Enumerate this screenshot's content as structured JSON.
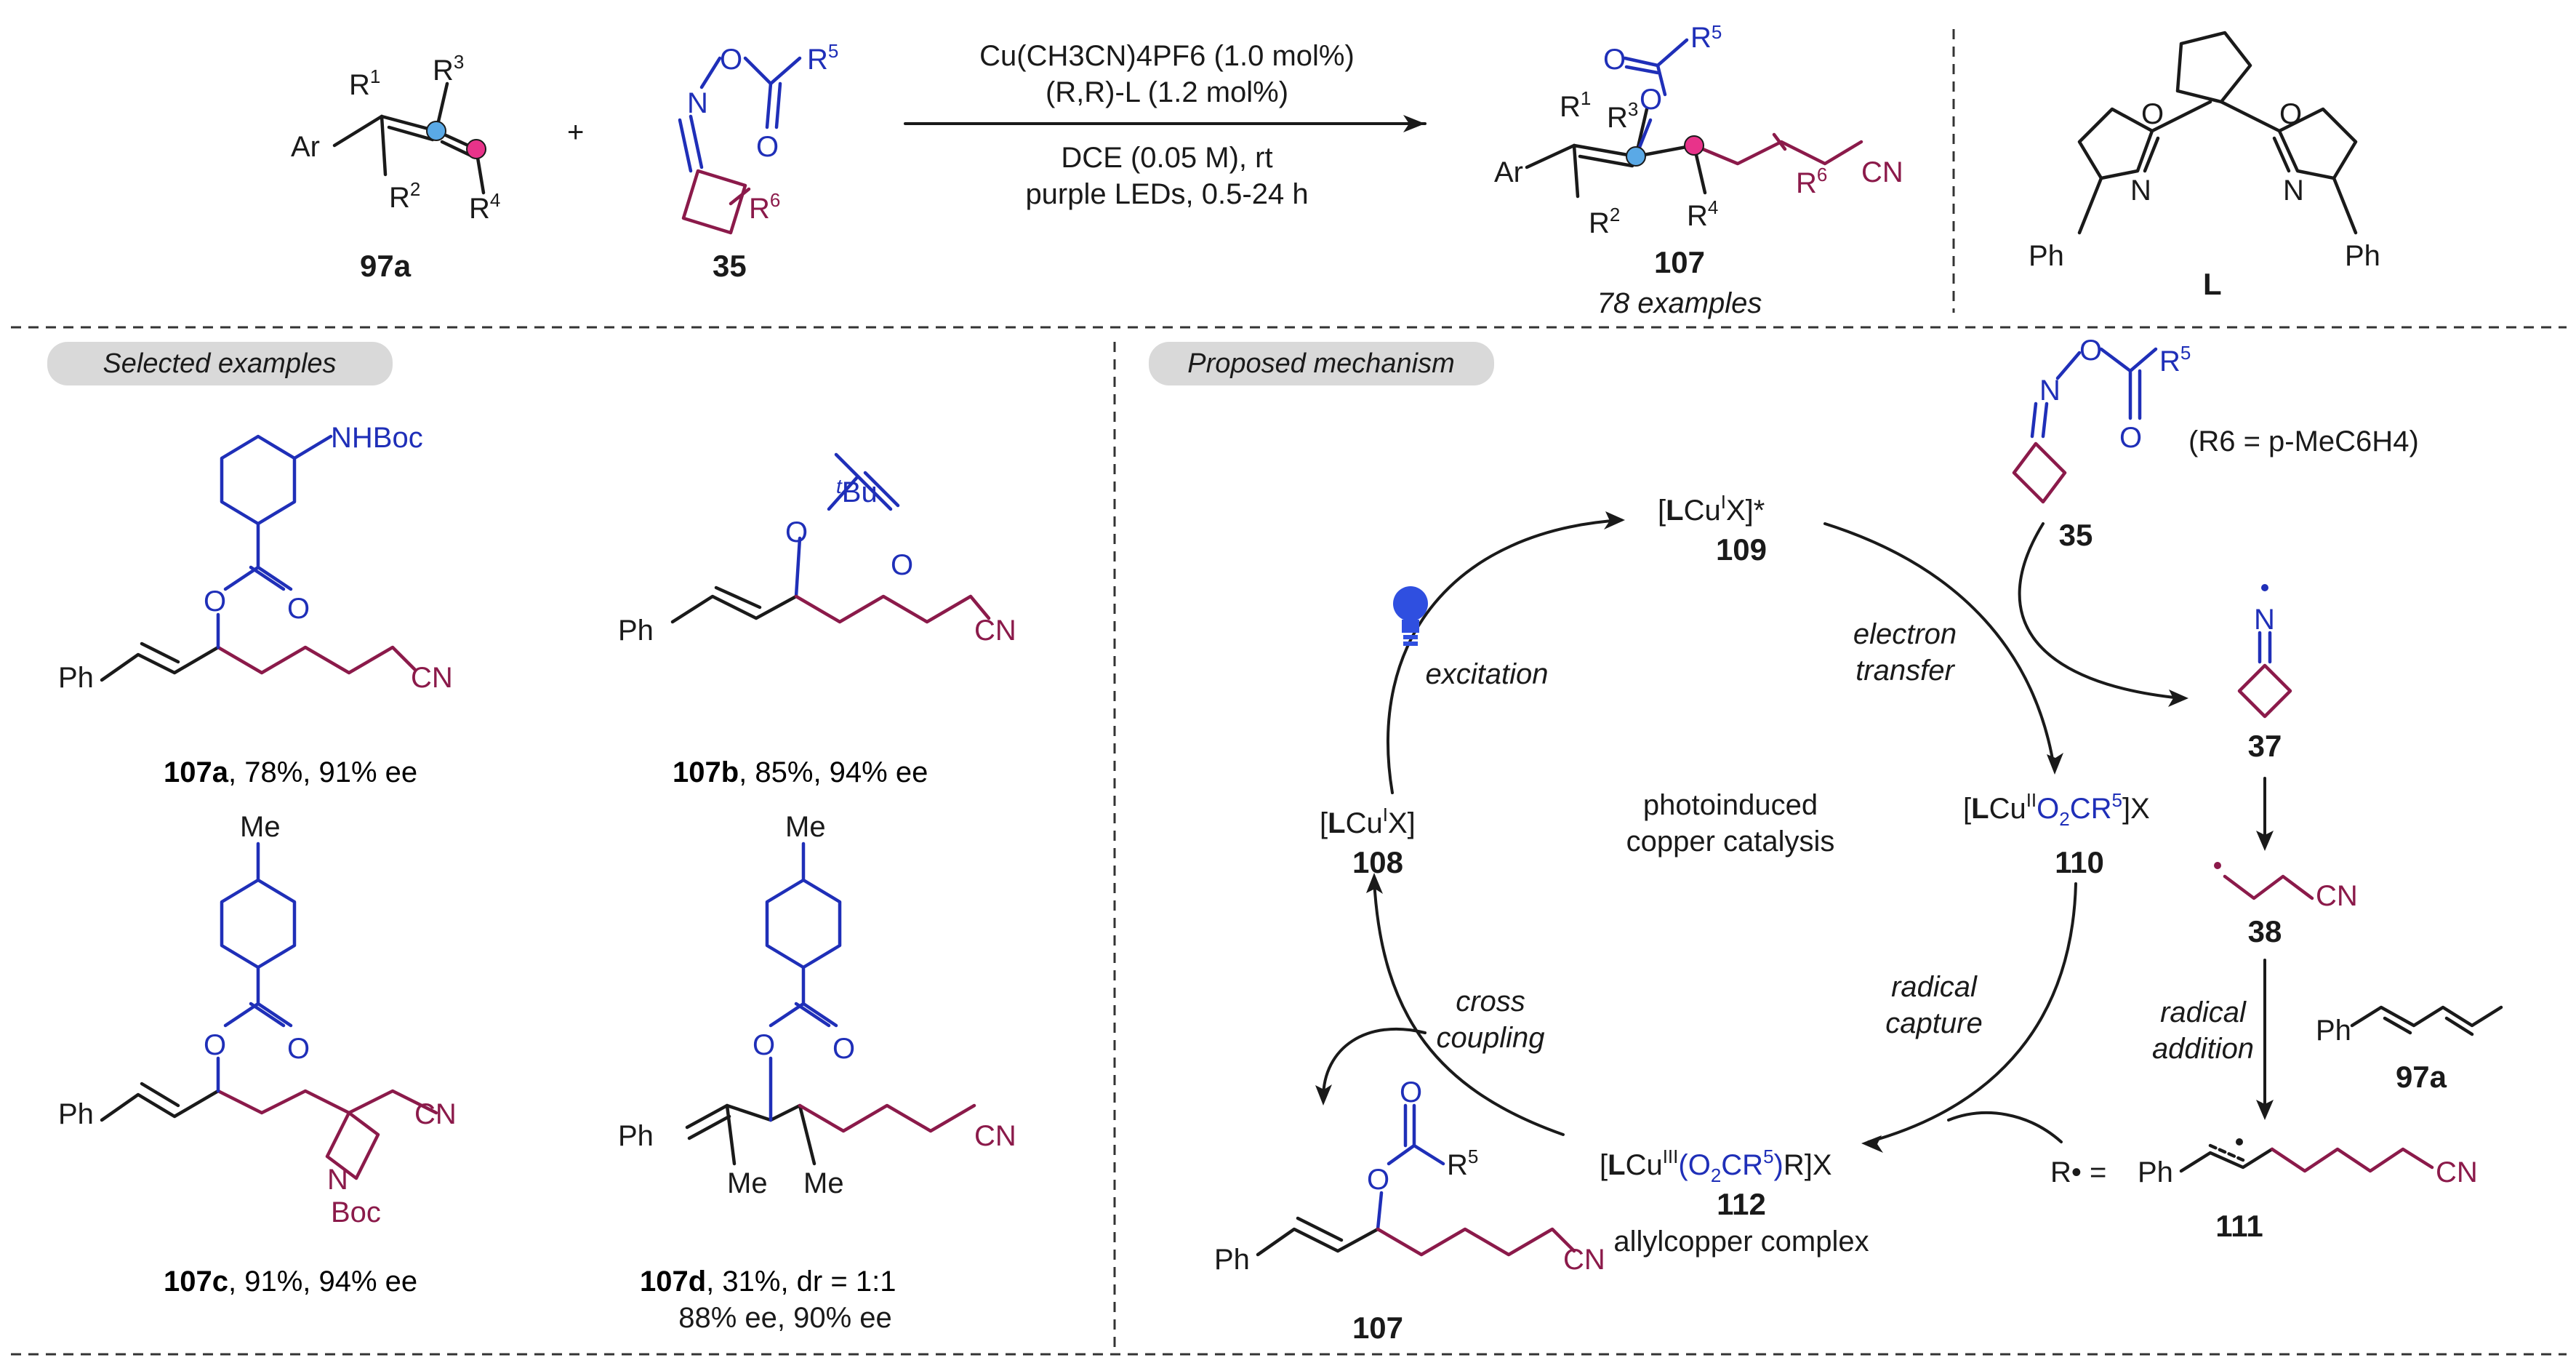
{
  "reaction": {
    "reagent_line1": "Cu(CH3CN)4PF6 (1.0 mol%)",
    "reagent_line2": "(R,R)-L (1.2 mol%)",
    "condition_line1": "DCE (0.05 M), rt",
    "condition_line2": "purple LEDs, 0.5-24 h",
    "plus": "+",
    "substrate1_label": "97a",
    "substrate2_label": "35",
    "product_label": "107",
    "product_scope": "78 examples",
    "ligand_label": "L"
  },
  "sections": {
    "examples_tag": "Selected examples",
    "mechanism_tag": "Proposed mechanism"
  },
  "examples": [
    {
      "id": "107a",
      "text": ", 78%, 91% ee"
    },
    {
      "id": "107b",
      "text": ", 85%, 94% ee"
    },
    {
      "id": "107c",
      "text": ", 91%, 94% ee"
    },
    {
      "id": "107d",
      "text": ", 31%, dr = 1:1",
      "text2": "88% ee, 90% ee"
    }
  ],
  "mechanism": {
    "center_line1": "photoinduced",
    "center_line2": "copper catalysis",
    "r6_note": "(R6 = p-MeC6H4)",
    "r_equals": "R• =",
    "steps": {
      "excitation": "excitation",
      "electron_transfer_1": "electron",
      "electron_transfer_2": "transfer",
      "radical_capture_1": "radical",
      "radical_capture_2": "capture",
      "cross_coupling_1": "cross",
      "cross_coupling_2": "coupling",
      "radical_addition_1": "radical",
      "radical_addition_2": "addition"
    },
    "species": {
      "s109_label": "109",
      "s108_label": "108",
      "s110_label": "110",
      "s112_label": "112",
      "s112_desc": "allylcopper complex",
      "s35_label": "35",
      "s37_label": "37",
      "s38_label": "38",
      "s97a_label": "97a",
      "s111_label": "111",
      "s107_label": "107"
    }
  },
  "colors": {
    "blue": "#1f2fb8",
    "maroon": "#8b1a4a",
    "highlight_blue": "#5aa9e6",
    "highlight_pink": "#e8338a",
    "bulb": "#2f4fe0",
    "tag_bg": "#d9d9d9"
  }
}
